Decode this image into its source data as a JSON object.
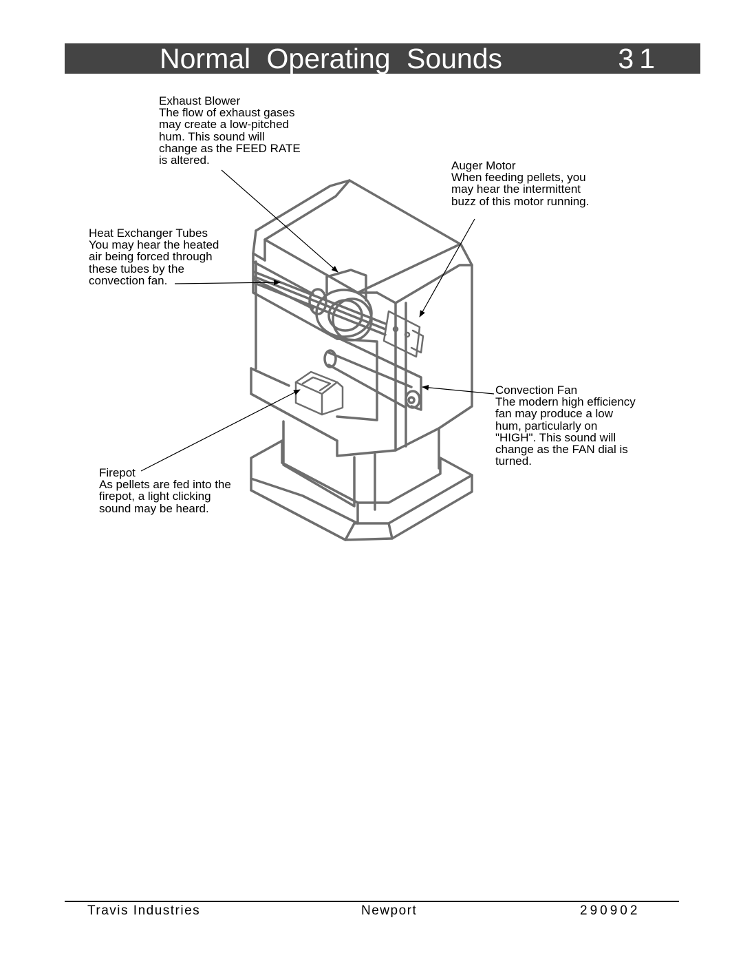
{
  "header": {
    "title": "Normal Operating Sounds",
    "page_number": "31",
    "bar_color": "#444444"
  },
  "callouts": {
    "exhaust_blower": {
      "title": "Exhaust Blower",
      "lines": [
        "The flow of exhaust gases",
        "may create a low-pitched",
        "hum.  This sound will",
        "change as the FEED RATE",
        "is altered."
      ]
    },
    "auger_motor": {
      "title": "Auger Motor",
      "lines": [
        "When feeding pellets, you",
        "may hear the intermittent",
        "buzz of this motor running."
      ]
    },
    "heat_exchanger": {
      "title": "Heat Exchanger Tubes",
      "lines": [
        "You may hear the heated",
        "air being forced through",
        "these tubes by the",
        "convection fan."
      ]
    },
    "convection_fan": {
      "title": "Convection Fan",
      "lines": [
        "The modern high efficiency",
        "fan may produce a low",
        "hum, particularly on",
        "\"HIGH\".  This sound will",
        "change as the FAN dial is",
        "turned."
      ]
    },
    "firepot": {
      "title": "Firepot",
      "lines": [
        "As pellets are fed into the",
        "firepot, a light clicking",
        "sound may be heard."
      ]
    }
  },
  "footer": {
    "company": "Travis  Industries",
    "model": "Newport",
    "code": "290902"
  }
}
